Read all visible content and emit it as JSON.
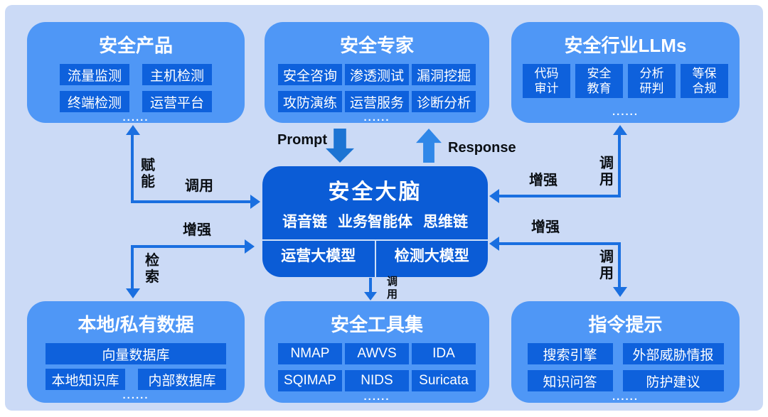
{
  "more": "......",
  "colors": {
    "canvas_bg": "#cbdaf6",
    "panel_bg": "#4f97f6",
    "chip_bg": "#0e61dc",
    "brain_bg": "#0b5cd6",
    "arrow_blue": "#1a6fe0",
    "prompt_arrow": "#1c74d3",
    "response_arrow": "#2f87e8",
    "label_text": "#0b0f14"
  },
  "panels": {
    "security_products": {
      "title": "安全产品",
      "items": [
        "流量监测",
        "主机检测",
        "终端检测",
        "运营平台"
      ]
    },
    "security_experts": {
      "title": "安全专家",
      "items": [
        "安全咨询",
        "渗透测试",
        "漏洞挖掘",
        "攻防演练",
        "运营服务",
        "诊断分析"
      ]
    },
    "industry_llms": {
      "title": "安全行业LLMs",
      "items": [
        "代码\n审计",
        "安全\n教育",
        "分析\n研判",
        "等保\n合规"
      ]
    },
    "local_data": {
      "title": "本地/私有数据",
      "item_full": "向量数据库",
      "items": [
        "本地知识库",
        "内部数据库"
      ]
    },
    "security_tools": {
      "title": "安全工具集",
      "items": [
        "NMAP",
        "AWVS",
        "IDA",
        "SQIMAP",
        "NIDS",
        "Suricata"
      ]
    },
    "instruction_prompts": {
      "title": "指令提示",
      "items": [
        "搜索引擎",
        "外部威胁情报",
        "知识问答",
        "防护建议"
      ]
    }
  },
  "brain": {
    "title": "安全大脑",
    "chains": [
      "语音链",
      "业务智能体",
      "思维链"
    ],
    "models": [
      "运营大模型",
      "检测大模型"
    ]
  },
  "arrows": {
    "prompt": "Prompt",
    "response": "Response",
    "empower": "赋能",
    "invoke_top_left": "调用",
    "enhance_bottom_left": "增强",
    "retrieve": "检索",
    "enhance_top_right": "增强",
    "invoke_top_right": "调用",
    "enhance_bottom_right": "增强",
    "invoke_bottom_right": "调用",
    "invoke_center_bottom": "调用"
  }
}
